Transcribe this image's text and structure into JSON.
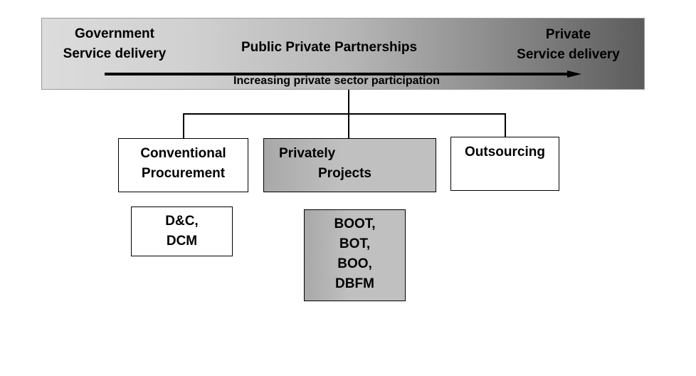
{
  "banner": {
    "government_line1": "Government",
    "government_line2": "Service delivery",
    "ppp": "Public Private Partnerships",
    "private_line1": "Private",
    "private_line2": "Service delivery",
    "arrow_label": "Increasing private sector participation"
  },
  "categories": {
    "conventional_line1": "Conventional",
    "conventional_line2": "Procurement",
    "privately_line1": "Privately",
    "privately_line2": "Projects",
    "outsourcing": "Outsourcing"
  },
  "subtypes": {
    "conventional": [
      "D&C,",
      "DCM"
    ],
    "privately": [
      "BOOT,",
      "BOT,",
      "BOO,",
      "DBFM"
    ]
  }
}
